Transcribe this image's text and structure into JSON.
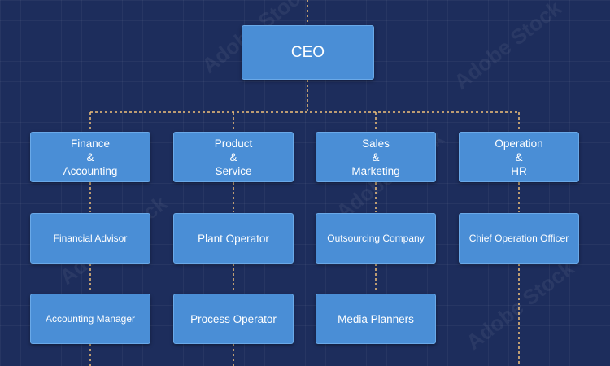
{
  "chart": {
    "ceo": "CEO",
    "departments": [
      {
        "label": "Finance\n&\nAccounting",
        "roles": [
          "Financial Advisor",
          "Accounting Manager"
        ]
      },
      {
        "label": "Product\n&\nService",
        "roles": [
          "Plant Operator",
          "Process Operator"
        ]
      },
      {
        "label": "Sales\n&\nMarketing",
        "roles": [
          "Outsourcing Company",
          "Media Planners"
        ]
      },
      {
        "label": "Operation\n&\nHR",
        "roles": [
          "Chief Operation Officer"
        ]
      }
    ]
  },
  "watermark": "Adobe Stock",
  "colors": {
    "background": "#1d2d5c",
    "box": "#4a8ed6",
    "connector": "#f2c27a"
  }
}
